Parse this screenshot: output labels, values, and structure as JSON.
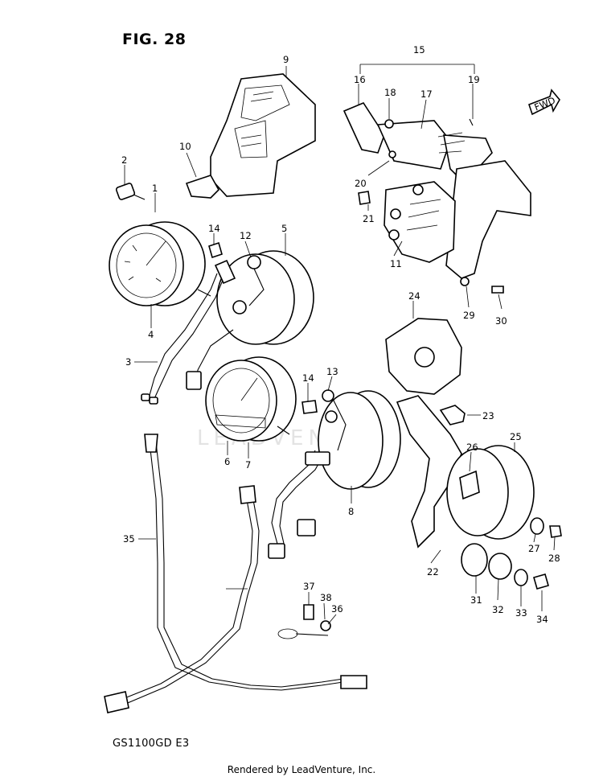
{
  "figure": {
    "title": "FIG. 28",
    "model": "GS1100GD  E3"
  },
  "watermark": "LEADVENTURE",
  "footer": "Rendered by LeadVenture, Inc.",
  "fwd_label": "FWD",
  "callouts": [
    "1",
    "2",
    "3",
    "4",
    "5",
    "6",
    "7",
    "8",
    "9",
    "10",
    "11",
    "12",
    "13",
    "14",
    "14",
    "15",
    "16",
    "17",
    "18",
    "19",
    "20",
    "21",
    "22",
    "23",
    "24",
    "25",
    "26",
    "27",
    "28",
    "29",
    "30",
    "31",
    "32",
    "33",
    "34",
    "35",
    "36",
    "37",
    "38"
  ]
}
